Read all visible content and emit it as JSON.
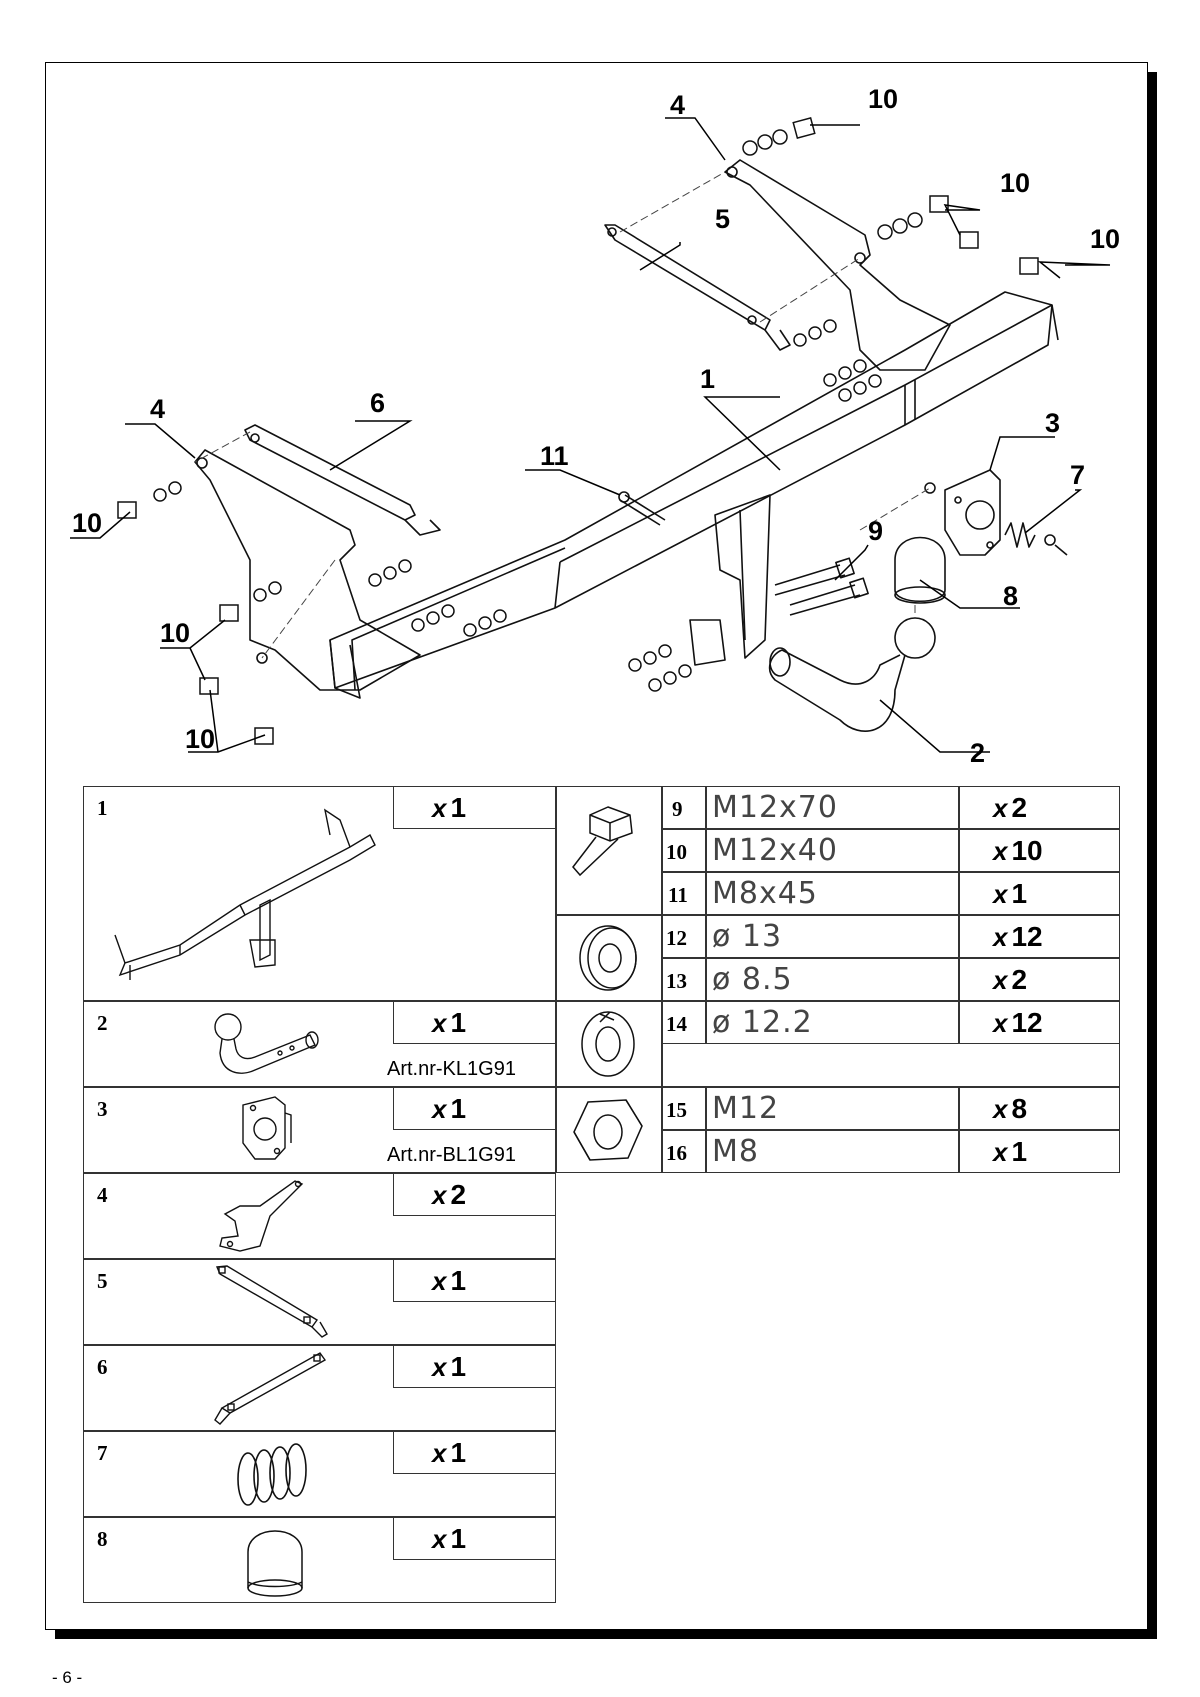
{
  "page_number": "- 6 -",
  "callouts": [
    "1",
    "2",
    "3",
    "4",
    "4",
    "5",
    "6",
    "7",
    "8",
    "9",
    "10",
    "10",
    "10",
    "10",
    "10",
    "10",
    "11"
  ],
  "left_parts": [
    {
      "num": "1",
      "qty_x": "x",
      "qty": "1",
      "art": "",
      "icon": "towbar-crossbar-icon"
    },
    {
      "num": "2",
      "qty_x": "x",
      "qty": "1",
      "art": "Art.nr-KL1G91",
      "icon": "tow-ball-neck-icon"
    },
    {
      "num": "3",
      "qty_x": "x",
      "qty": "1",
      "art": "Art.nr-BL1G91",
      "icon": "socket-plate-icon"
    },
    {
      "num": "4",
      "qty_x": "x",
      "qty": "2",
      "art": "",
      "icon": "side-bracket-icon"
    },
    {
      "num": "5",
      "qty_x": "x",
      "qty": "1",
      "art": "",
      "icon": "strap-bracket-icon"
    },
    {
      "num": "6",
      "qty_x": "x",
      "qty": "1",
      "art": "",
      "icon": "strap-bracket-icon"
    },
    {
      "num": "7",
      "qty_x": "x",
      "qty": "1",
      "art": "",
      "icon": "spring-icon"
    },
    {
      "num": "8",
      "qty_x": "x",
      "qty": "1",
      "art": "",
      "icon": "ball-cover-icon"
    }
  ],
  "right_parts": [
    {
      "num": "9",
      "spec": "M12x70",
      "qty_x": "x",
      "qty": "2"
    },
    {
      "num": "10",
      "spec": "M12x40",
      "qty_x": "x",
      "qty": "10"
    },
    {
      "num": "11",
      "spec": "M8x45",
      "qty_x": "x",
      "qty": "1"
    },
    {
      "num": "12",
      "spec": "ø 13",
      "qty_x": "x",
      "qty": "12"
    },
    {
      "num": "13",
      "spec": "ø 8.5",
      "qty_x": "x",
      "qty": "2"
    },
    {
      "num": "14",
      "spec": "ø 12.2",
      "qty_x": "x",
      "qty": "12"
    },
    {
      "num": "15",
      "spec": "M12",
      "qty_x": "x",
      "qty": "8"
    },
    {
      "num": "16",
      "spec": "M8",
      "qty_x": "x",
      "qty": "1"
    }
  ],
  "right_icons": [
    "bolt-icon",
    "washer-icon",
    "spring-washer-icon",
    "hex-nut-icon"
  ]
}
